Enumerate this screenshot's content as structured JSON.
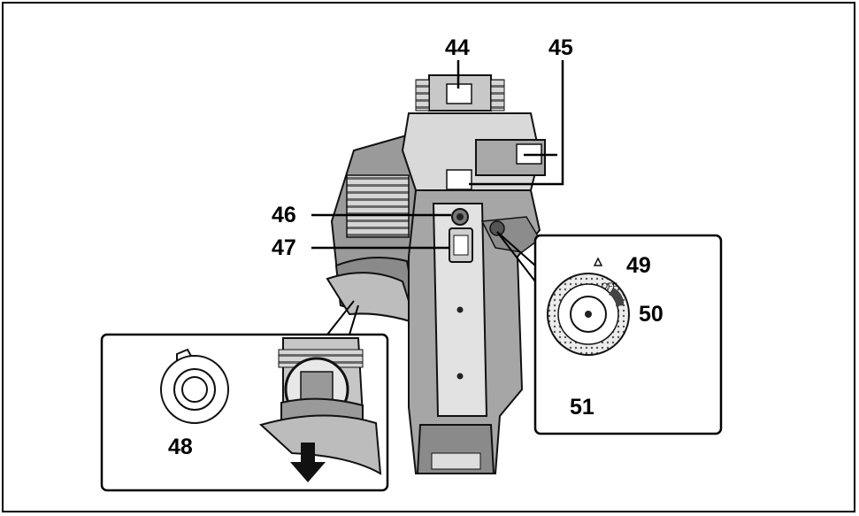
{
  "diagram": {
    "callouts": {
      "c44": "44",
      "c45": "45",
      "c46": "46",
      "c47": "47",
      "c48": "48",
      "c49": "49",
      "c50": "50",
      "c51": "51"
    },
    "dial": {
      "off_label": "OFF"
    }
  }
}
